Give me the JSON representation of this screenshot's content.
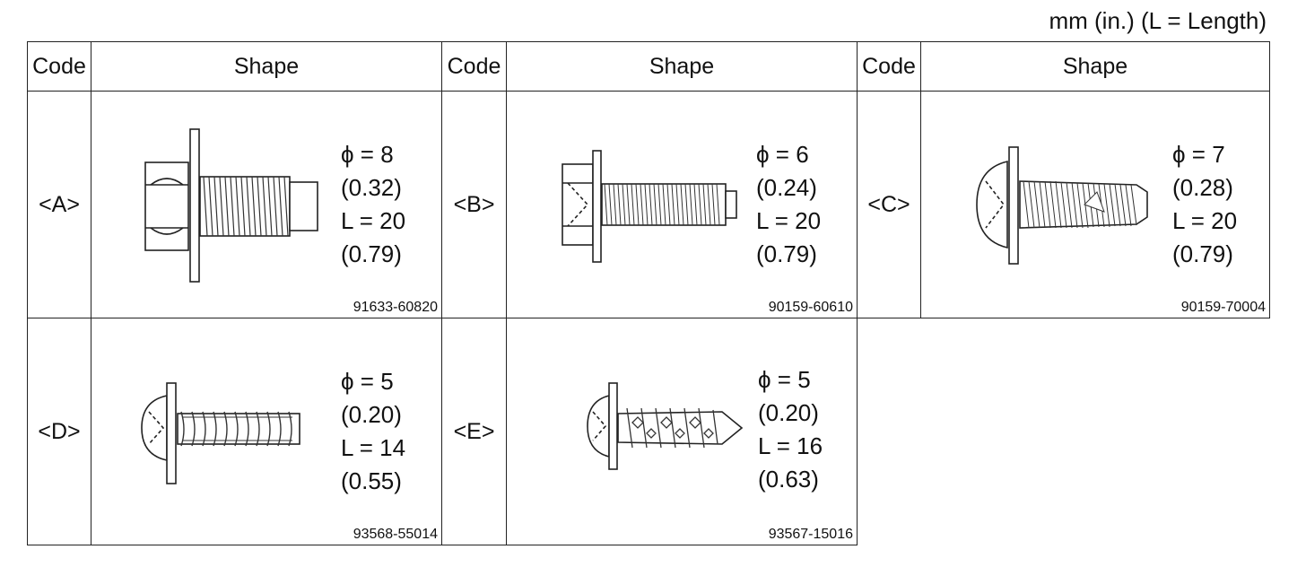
{
  "units_note": "mm (in.) (L = Length)",
  "headers": {
    "code": "Code",
    "shape": "Shape"
  },
  "parts": [
    {
      "code": "<A>",
      "diameter": "ϕ = 8",
      "diameter_in": "(0.32)",
      "length": "L = 20",
      "length_in": "(0.79)",
      "part_no": "91633-60820",
      "head": "hex-flange-bolt-icon"
    },
    {
      "code": "<B>",
      "diameter": "ϕ = 6",
      "diameter_in": "(0.24)",
      "length": "L = 20",
      "length_in": "(0.79)",
      "part_no": "90159-60610",
      "head": "hex-washer-bolt-icon"
    },
    {
      "code": "<C>",
      "diameter": "ϕ = 7",
      "diameter_in": "(0.28)",
      "length": "L = 20",
      "length_in": "(0.79)",
      "part_no": "90159-70004",
      "head": "pan-head-tapping-screw-icon"
    },
    {
      "code": "<D>",
      "diameter": "ϕ = 5",
      "diameter_in": "(0.20)",
      "length": "L = 14",
      "length_in": "(0.55)",
      "part_no": "93568-55014",
      "head": "pan-head-thread-forming-screw-icon"
    },
    {
      "code": "<E>",
      "diameter": "ϕ = 5",
      "diameter_in": "(0.20)",
      "length": "L = 16",
      "length_in": "(0.63)",
      "part_no": "93567-15016",
      "head": "pan-head-wood-screw-icon"
    }
  ]
}
